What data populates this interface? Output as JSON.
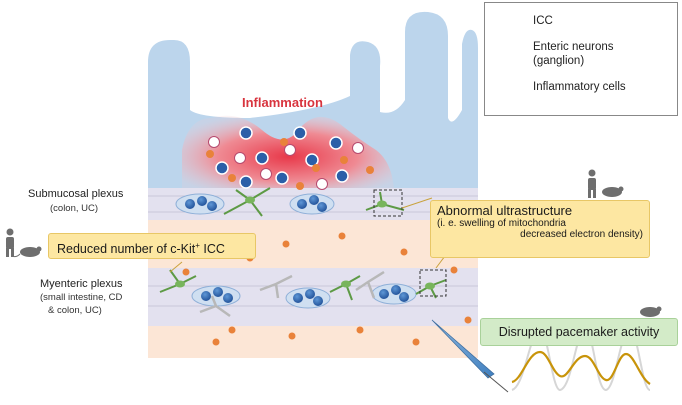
{
  "legend": {
    "icc": "ICC",
    "enteric_line1": "Enteric neurons",
    "enteric_line2": "(ganglion)",
    "inflammatory": "Inflammatory cells"
  },
  "labels": {
    "inflammation": "Inflammation",
    "submucosal_title": "Submucosal plexus",
    "submucosal_sub": "(colon, UC)",
    "myenteric_title": "Myenteric plexus",
    "myenteric_sub1": "(small intestine, CD",
    "myenteric_sub2": "& colon, UC)"
  },
  "callouts": {
    "reduced_pre": "Reduced number of c-Kit",
    "reduced_sup": "+",
    "reduced_post": " ICC",
    "abnormal_title": "Abnormal ultrastructure",
    "abnormal_line1": "(i. e. swelling of mitochondria",
    "abnormal_line2": "decreased electron density)",
    "disrupted": "Disrupted pacemaker activity"
  },
  "icons": {
    "human": "human-figure-icon",
    "mouse": "mouse-icon"
  },
  "colors": {
    "mucosa": "#b9d3ea",
    "inflammation": "#e24a56",
    "submucosa_band": "#e3e0ef",
    "muscle_layer": "#fbe3d2",
    "icc_green": "#6aa84f",
    "neuron_blue": "#2e6db4",
    "callout_yellow": "#fde7a2",
    "callout_green": "#d3ebc8",
    "trace_gold": "#c8940a"
  }
}
